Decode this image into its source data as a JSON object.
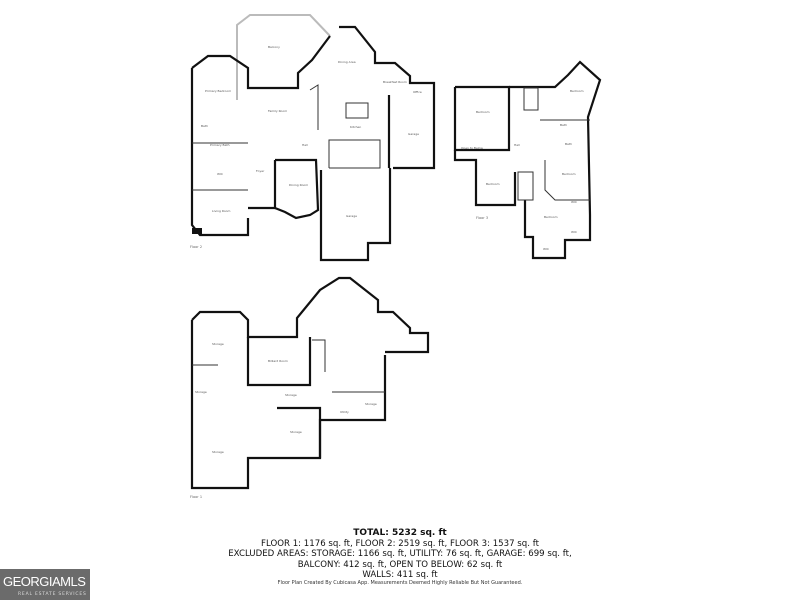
{
  "floors": [
    {
      "label": "Floor 2",
      "rooms": [
        "Balcony",
        "Primary Bedroom",
        "Family Room",
        "Dining Area",
        "Breakfast Room",
        "Kitchen",
        "Office",
        "Garage",
        "Hall",
        "Foyer",
        "Dining Room",
        "Living Room",
        "Primary Bath",
        "WIC",
        "Bath",
        "Garage"
      ]
    },
    {
      "label": "Floor 3",
      "rooms": [
        "Bedroom",
        "Bedroom",
        "Open to Below",
        "Hall",
        "Bath",
        "Bath",
        "Bedroom",
        "Bedroom",
        "Bedroom",
        "WIC",
        "WIC",
        "WIC"
      ]
    },
    {
      "label": "Floor 1",
      "rooms": [
        "Storage",
        "Billiard Room",
        "Storage",
        "Storage",
        "Storage",
        "Utility",
        "Storage",
        "Storage"
      ]
    }
  ],
  "summary": {
    "total": "TOTAL: 5232 sq. ft",
    "line1": "FLOOR 1: 1176 sq. ft, FLOOR 2: 2519 sq. ft, FLOOR 3: 1537 sq. ft",
    "line2": "EXCLUDED AREAS: STORAGE: 1166 sq. ft, UTILITY: 76 sq. ft, GARAGE: 699 sq. ft,",
    "line3": "BALCONY: 412 sq. ft, OPEN TO BELOW: 62 sq. ft",
    "line4": "WALLS: 411 sq. ft"
  },
  "credit": "Floor Plan Created By Cubicasa App. Measurements Deemed Highly Reliable But Not Guaranteed.",
  "logo": {
    "name": "GEORGIAMLS",
    "sub": "REAL ESTATE SERVICES"
  }
}
